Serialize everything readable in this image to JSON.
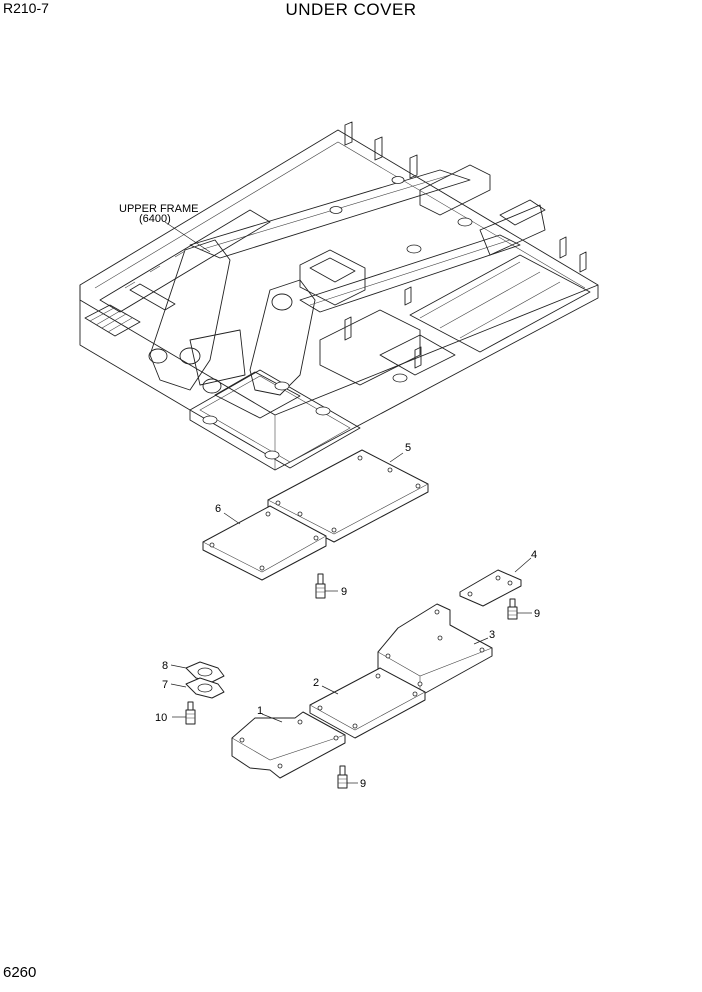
{
  "header": {
    "model": "R210-7",
    "title": "UNDER COVER"
  },
  "page_number": "6260",
  "frame_label": {
    "line1": "UPPER FRAME",
    "line2": "(6400)"
  },
  "callouts": {
    "c1": "1",
    "c2": "2",
    "c3": "3",
    "c4": "4",
    "c5": "5",
    "c6": "6",
    "c7": "7",
    "c8": "8",
    "c9": "9",
    "c10": "10"
  }
}
